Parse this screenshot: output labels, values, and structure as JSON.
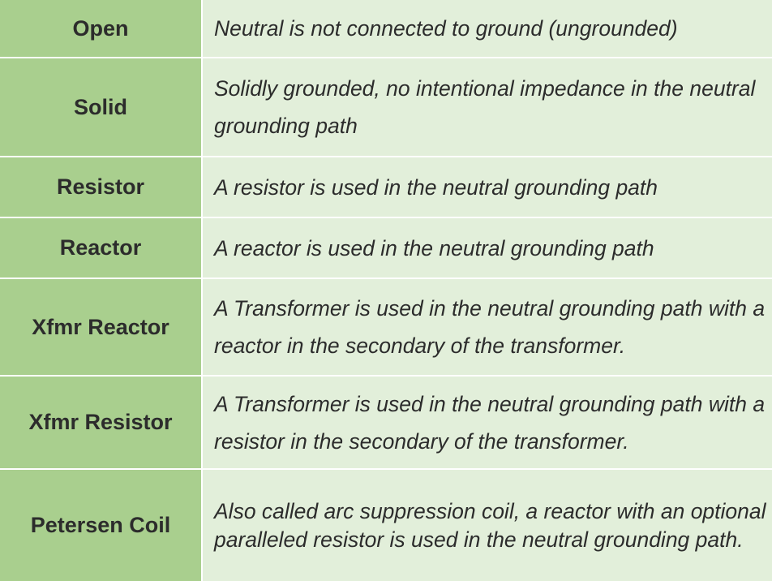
{
  "colors": {
    "type_column_bg": "#a9cf8e",
    "description_column_bg": "#e2efda",
    "text": "#2c2c2c",
    "divider": "#ffffff"
  },
  "rows": [
    {
      "type": "Open",
      "description": "Neutral is not connected to ground (ungrounded)"
    },
    {
      "type": "Solid",
      "description": "Solidly grounded, no intentional impedance in the neutral grounding path"
    },
    {
      "type": "Resistor",
      "description": "A resistor is used in the neutral grounding path"
    },
    {
      "type": "Reactor",
      "description": "A reactor is used in the neutral grounding path"
    },
    {
      "type": "Xfmr Reactor",
      "description": "A Transformer is used in the neutral grounding path with a reactor in the secondary of the transformer."
    },
    {
      "type": "Xfmr Resistor",
      "description": "A Transformer is used in the neutral grounding path with a resistor in the secondary of the transformer."
    },
    {
      "type": "Petersen Coil",
      "description": "Also called arc suppression coil, a reactor with an optional paralleled resistor is used in the neutral grounding path."
    }
  ]
}
